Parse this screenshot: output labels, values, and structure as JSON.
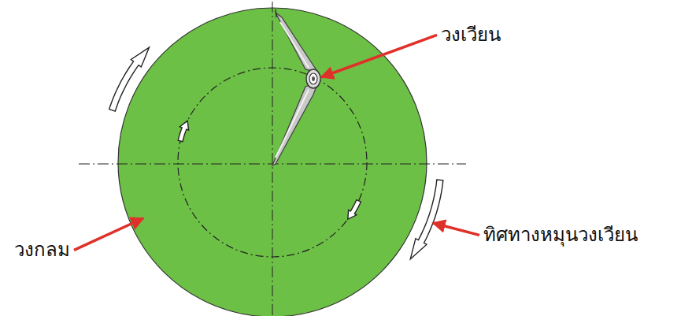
{
  "diagram": {
    "labels": [
      "วงเวียน",
      "ทิศทางหมุนวงเวียน",
      "วงกลม"
    ]
  }
}
